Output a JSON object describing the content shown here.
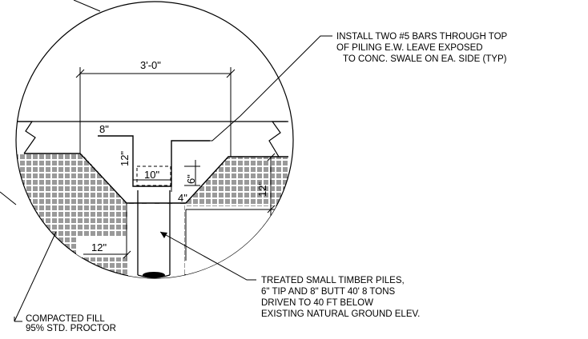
{
  "dimensions": {
    "overall_width": "3'-0\"",
    "top_offset": "8\"",
    "top_depth": "12\"",
    "pile_width": "10\"",
    "pocket_depth": "6\"",
    "small_offset": "4\"",
    "side_depth": "12\"",
    "bottom_width": "12\""
  },
  "notes": {
    "bars": [
      "INSTALL TWO #5 BARS THROUGH TOP",
      "OF PILING E.W. LEAVE EXPOSED",
      "TO CONC. SWALE ON EA. SIDE (TYP)"
    ],
    "piles": [
      "TREATED SMALL TIMBER PILES,",
      "6\" TIP AND 8\" BUTT 40' 8 TONS",
      "DRIVEN TO 40 FT BELOW",
      "EXISTING NATURAL GROUND ELEV."
    ],
    "fill": [
      "COMPACTED FILL",
      "95% STD. PROCTOR"
    ]
  }
}
